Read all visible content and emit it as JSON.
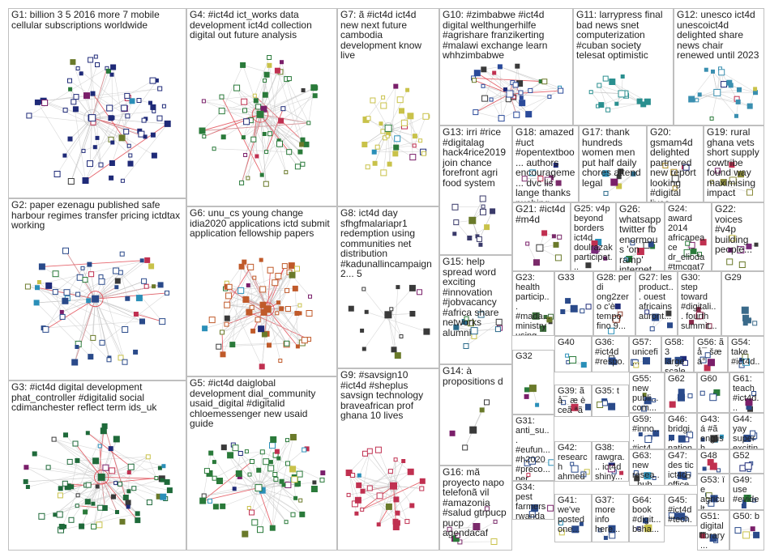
{
  "colors": {
    "border": "#bfbfbf",
    "edge": "#c8c8c8",
    "edge_highlight": "#e0404a",
    "node_palette": [
      "#1f2a78",
      "#2a7a3a",
      "#c9c24a",
      "#7a1f6a",
      "#2a8fb8",
      "#c03050",
      "#6a7a2a",
      "#3a3a3a"
    ]
  },
  "groups": [
    {
      "id": "G1",
      "label": "G1: billion 3 5 2016 more 7 mobile cellular subscriptions worldwide",
      "node_color": "#1f2a78",
      "nodes": 70,
      "edges": 80
    },
    {
      "id": "G4",
      "label": "G4: #ict4d ict_works data development ict4d collection digital out future analysis",
      "node_color": "#2a7a3a",
      "nodes": 55,
      "edges": 120
    },
    {
      "id": "G7",
      "label": "G7: ã #ict4d ict4d new next future cambodia development know live",
      "node_color": "#c9c24a",
      "nodes": 35,
      "edges": 40
    },
    {
      "id": "G10",
      "label": "G10: #zimbabwe #ict4d digital welthungerhilfe #agrishare franzikerting #malawi exchange learn whhzimbabwe",
      "node_color": "#2a4a9a",
      "nodes": 30,
      "edges": 60
    },
    {
      "id": "G11",
      "label": "G11: larrypress final bad news snet computerization #cuban society telesat optimistic",
      "node_color": "#2a8f8f",
      "nodes": 14,
      "edges": 22
    },
    {
      "id": "G12",
      "label": "G12: unesco ict4d unescoict4d delighted share news chair renewed until 2023",
      "node_color": "#3a8fb0",
      "nodes": 18,
      "edges": 26
    },
    {
      "id": "G2",
      "label": "G2: paper ezenagu published safe harbour regimes transfer pricing ictdtax working",
      "node_color": "#2a4a8a",
      "nodes": 55,
      "edges": 90
    },
    {
      "id": "G6",
      "label": "G6: unu_cs young change idia2020 applications ictd submit application fellowship papers",
      "node_color": "#c05a2a",
      "nodes": 60,
      "edges": 120
    },
    {
      "id": "G8",
      "label": "G8: ict4d day sfhgfmalariapr1 redemption using communities net distribution #kadunallincampaign2... 5",
      "node_color": "#3a3a3a",
      "nodes": 14,
      "edges": 10
    },
    {
      "id": "G13",
      "label": "G13: irri #rice #digitalag hack4rice2019 join chance forefront agri food system",
      "node_color": "#3a3a6a",
      "nodes": 12,
      "edges": 18
    },
    {
      "id": "G18",
      "label": "G18: amazed #uct #opentextboo... authors encourageme... dvc lis lange thanks pushing",
      "node_color": "#7a2a6a",
      "nodes": 6,
      "edges": 6
    },
    {
      "id": "G17",
      "label": "G17: thank hundreds women men put half daily chores attend legal",
      "node_color": "#2a6a8a",
      "nodes": 6,
      "edges": 6
    },
    {
      "id": "G20",
      "label": "G20: gsmam4d delighted partnered new report looking #digital lives...",
      "node_color": "#b0902a",
      "nodes": 6,
      "edges": 6
    },
    {
      "id": "G19",
      "label": "G19: rural ghana vets short supply cowtribe found way maximising impact",
      "node_color": "#8a8a3a",
      "nodes": 6,
      "edges": 6
    },
    {
      "id": "G21",
      "label": "G21: #ict4d #m4d",
      "node_color": "#7a2a6a",
      "nodes": 7,
      "edges": 7
    },
    {
      "id": "G25",
      "label": "G25: v4p beyond borders ict4d doulrazak participat...",
      "node_color": "#7a2a7a",
      "nodes": 6,
      "edges": 6
    },
    {
      "id": "G26",
      "label": "G26: whatsapp twitter fb enormous 'on ramp' internet...",
      "node_color": "#2a4a8a",
      "nodes": 6,
      "edges": 6
    },
    {
      "id": "G24",
      "label": "G24: award 2014 africapeace dr_elioda #tmcgat7 awards...",
      "node_color": "#2a7a3a",
      "nodes": 6,
      "edges": 6
    },
    {
      "id": "G22",
      "label": "G22: voices #v4p building people...",
      "node_color": "#7a2a7a",
      "nodes": 6,
      "edges": 6
    },
    {
      "id": "G15",
      "label": "G15: help spread word exciting #innovation #jobvacancy #africa share networks alumni",
      "node_color": "#2a6a8a",
      "nodes": 10,
      "edges": 10
    },
    {
      "id": "G23",
      "label": "G23: health particip... #mada... ministry using frontline...",
      "node_color": "#3a6a3a",
      "nodes": 5,
      "edges": 5
    },
    {
      "id": "G33",
      "label": "G33",
      "node_color": "#2a4a8a",
      "nodes": 4,
      "edges": 4
    },
    {
      "id": "G28",
      "label": "G28: per di ong2zero c'è tempo fino 9...",
      "node_color": "#8a3a2a",
      "nodes": 4,
      "edges": 4
    },
    {
      "id": "G27",
      "label": "G27: les product... ouest africains auront...",
      "node_color": "#2a4a8a",
      "nodes": 4,
      "edges": 4
    },
    {
      "id": "G30",
      "label": "G30: step toward #digitali... fourth summit...",
      "node_color": "#8a2a4a",
      "nodes": 4,
      "edges": 4
    },
    {
      "id": "G29",
      "label": "G29",
      "node_color": "#3a6a8a",
      "nodes": 4,
      "edges": 4
    },
    {
      "id": "G3",
      "label": "G3: #ict4d digital development phat_controller #digitalid social cdimanchester reflect term ids_uk",
      "node_color": "#1f6a3a",
      "nodes": 70,
      "edges": 100
    },
    {
      "id": "G5",
      "label": "G5: #ict4d daiglobal development dial_community usaid_digital #digitalid chloemessenger new usaid guide",
      "node_color": "#2a7a3a",
      "nodes": 65,
      "edges": 60
    },
    {
      "id": "G9",
      "label": "G9: #savsign10 #ict4d #sheplus savsign technology braveafrican prof ghana 10 lives",
      "node_color": "#c03050",
      "nodes": 30,
      "edges": 60
    },
    {
      "id": "G14",
      "label": "G14: à propositions d",
      "node_color": "#3a3a3a",
      "nodes": 4,
      "edges": 4
    },
    {
      "id": "G32",
      "label": "G32",
      "node_color": "#2a8fb8",
      "nodes": 3,
      "edges": 3
    },
    {
      "id": "G40",
      "label": "G40",
      "node_color": "#2a4a8a",
      "nodes": 3,
      "edges": 3
    },
    {
      "id": "G36",
      "label": "G36: #ict4d #respo... #digital...",
      "node_color": "#2a4a8a",
      "nodes": 3,
      "edges": 3
    },
    {
      "id": "G57",
      "label": "G57: unicefi...",
      "node_color": "#2a4a8a",
      "nodes": 3,
      "edges": 3
    },
    {
      "id": "G58",
      "label": "G58: 3 large scale...",
      "node_color": "#2a4a8a",
      "nodes": 3,
      "edges": 3
    },
    {
      "id": "G56",
      "label": "G56: ã å¯ šæ ä°",
      "node_color": "#2a4a8a",
      "nodes": 3,
      "edges": 3
    },
    {
      "id": "G54",
      "label": "G54: take #ict4d...",
      "node_color": "#2a4a8a",
      "nodes": 3,
      "edges": 3
    },
    {
      "id": "G39",
      "label": "G39: ã å¯ æ è ceã ªã ©ã éš é",
      "node_color": "#2a4a8a",
      "nodes": 3,
      "edges": 3
    },
    {
      "id": "G35",
      "label": "G35: t",
      "node_color": "#2a4a8a",
      "nodes": 3,
      "edges": 3
    },
    {
      "id": "G55",
      "label": "G55: new publi... com...",
      "node_color": "#2a4a8a",
      "nodes": 3,
      "edges": 3
    },
    {
      "id": "G62",
      "label": "G62",
      "node_color": "#2a4a8a",
      "nodes": 3,
      "edges": 3
    },
    {
      "id": "G60",
      "label": "G60",
      "node_color": "#2a4a8a",
      "nodes": 3,
      "edges": 3
    },
    {
      "id": "G61",
      "label": "G61: teach #ict4d...",
      "node_color": "#2a4a8a",
      "nodes": 3,
      "edges": 3
    },
    {
      "id": "G59",
      "label": "G59: #inno... #ict4...",
      "node_color": "#2a4a8a",
      "nodes": 3,
      "edges": 3
    },
    {
      "id": "G46",
      "label": "G46: bridgi... nation solvi...",
      "node_color": "#2a4a8a",
      "nodes": 3,
      "edges": 3
    },
    {
      "id": "G43",
      "label": "G43: á #ã english...",
      "node_color": "#2a4a8a",
      "nodes": 3,
      "edges": 3
    },
    {
      "id": "G44",
      "label": "G44: yay super exciting...",
      "node_color": "#2a4a8a",
      "nodes": 3,
      "edges": 3
    },
    {
      "id": "G31",
      "label": "G31: anti_su... #eufun... #h2020 #preco... per...",
      "node_color": "#2a4a8a",
      "nodes": 3,
      "edges": 3
    },
    {
      "id": "G42",
      "label": "G42: research ahmed imran...",
      "node_color": "#2a4a8a",
      "nodes": 3,
      "edges": 3
    },
    {
      "id": "G38",
      "label": "G38: rawgra... ict4d shiny...",
      "node_color": "#2a4a8a",
      "nodes": 3,
      "edges": 3
    },
    {
      "id": "G63",
      "label": "G63: new resea... hub...",
      "node_color": "#2a4a8a",
      "nodes": 3,
      "edges": 3
    },
    {
      "id": "G47",
      "label": "G47: des tic ict4d office...",
      "node_color": "#2a4a8a",
      "nodes": 3,
      "edges": 3
    },
    {
      "id": "G48",
      "label": "G48",
      "node_color": "#2a4a8a",
      "nodes": 3,
      "edges": 3
    },
    {
      "id": "G52",
      "label": "G52",
      "node_color": "#2a4a8a",
      "nodes": 3,
      "edges": 3
    },
    {
      "id": "G34",
      "label": "G34: pest farmers rwanda latest benefit...",
      "node_color": "#2a4a8a",
      "nodes": 3,
      "edges": 3
    },
    {
      "id": "G53",
      "label": "G53: ï e agricult... invites...",
      "node_color": "#2a4a8a",
      "nodes": 3,
      "edges": 3
    },
    {
      "id": "G49",
      "label": "G49: use #evide...",
      "node_color": "#2a4a8a",
      "nodes": 3,
      "edges": 3
    },
    {
      "id": "G16",
      "label": "G16: mã proyecto napo telefonã vil #amazonia #salud gtrpucp pucp agendacaf",
      "node_color": "#7a2a6a",
      "nodes": 8,
      "edges": 8
    },
    {
      "id": "G41",
      "label": "G41: we've posted one...",
      "node_color": "#2a4a8a",
      "nodes": 3,
      "edges": 3
    },
    {
      "id": "G37",
      "label": "G37: more info here...",
      "node_color": "#2a4a8a",
      "nodes": 3,
      "edges": 3
    },
    {
      "id": "G64",
      "label": "G64: book #digit... bsha...",
      "node_color": "#2a4a8a",
      "nodes": 3,
      "edges": 3
    },
    {
      "id": "G45",
      "label": "G45: #ict4d #tech...",
      "node_color": "#2a4a8a",
      "nodes": 3,
      "edges": 3
    },
    {
      "id": "G51",
      "label": "G51: digital library...",
      "node_color": "#2a4a8a",
      "nodes": 3,
      "edges": 3
    },
    {
      "id": "G50",
      "label": "G50: b",
      "node_color": "#2a4a8a",
      "nodes": 3,
      "edges": 3
    }
  ]
}
